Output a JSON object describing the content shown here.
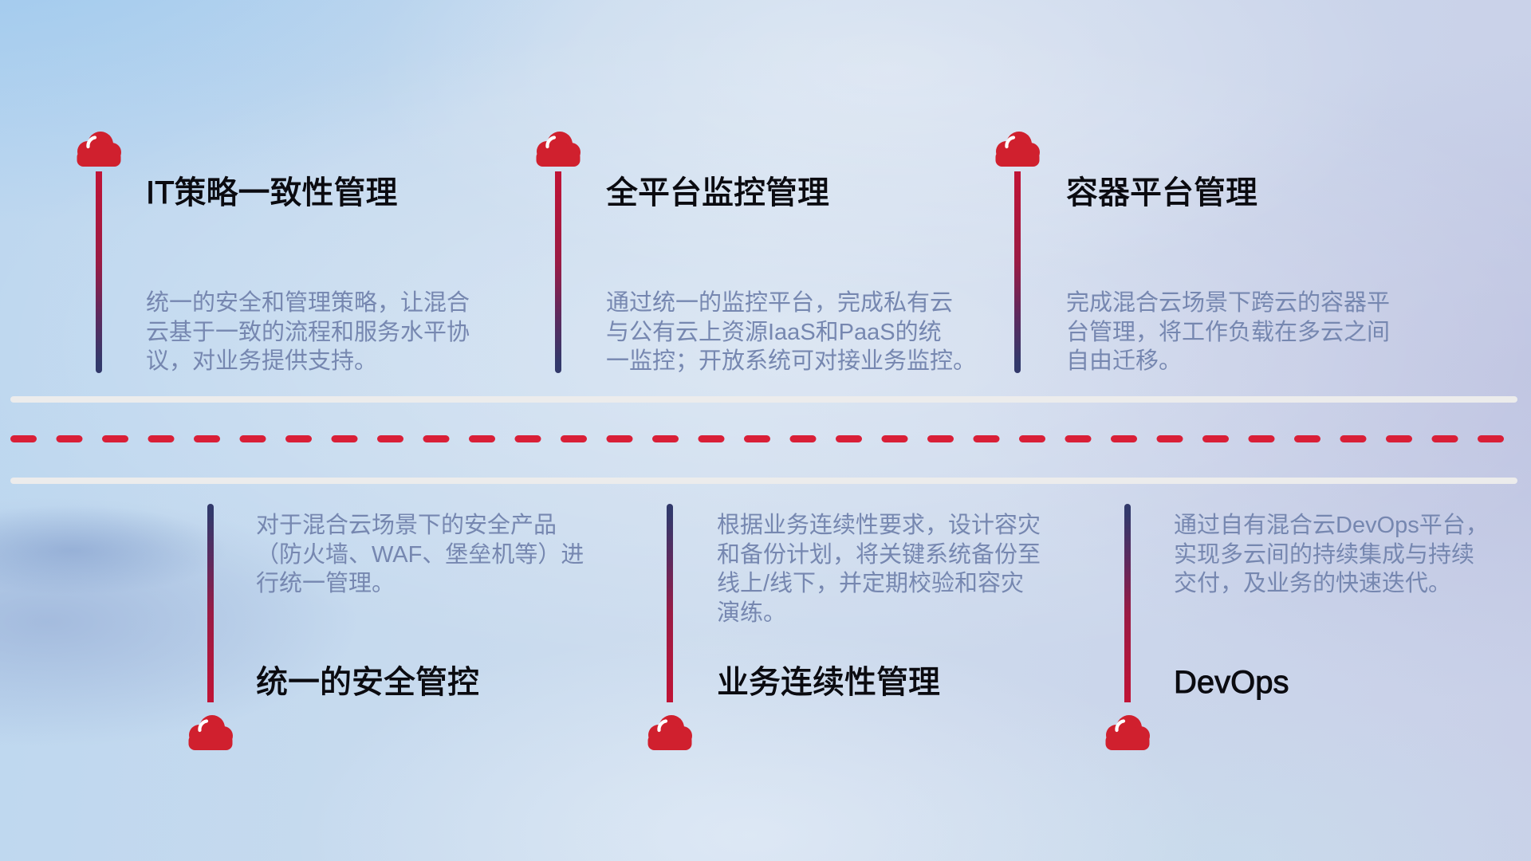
{
  "theme": {
    "accent_red": "#D0202E",
    "dash_red": "#D91F37",
    "line_gradient_red": "#C11335",
    "line_gradient_navy": "#32396B",
    "title_color": "#0B0B10",
    "body_color": "#7687B0",
    "divider_color": "#ECECEC"
  },
  "items": [
    {
      "id": 1,
      "row": "top",
      "icon": "cloud",
      "title": "IT策略一致性管理",
      "description": "统一的安全和管理策略，让混合\n云基于一致的流程和服务水平协\n议，对业务提供支持。"
    },
    {
      "id": 2,
      "row": "top",
      "icon": "cloud",
      "title": "全平台监控管理",
      "description": "通过统一的监控平台，完成私有云\n与公有云上资源IaaS和PaaS的统\n一监控；开放系统可对接业务监控。"
    },
    {
      "id": 3,
      "row": "top",
      "icon": "cloud",
      "title": "容器平台管理",
      "description": "完成混合云场景下跨云的容器平\n台管理，将工作负载在多云之间\n自由迁移。"
    },
    {
      "id": 4,
      "row": "bottom",
      "icon": "cloud",
      "title": "统一的安全管控",
      "description": "对于混合云场景下的安全产品\n（防火墙、WAF、堡垒机等）进\n行统一管理。"
    },
    {
      "id": 5,
      "row": "bottom",
      "icon": "cloud",
      "title": "业务连续性管理",
      "description": "根据业务连续性要求，设计容灾\n和备份计划，将关键系统备份至\n线上/线下，并定期校验和容灾\n演练。"
    },
    {
      "id": 6,
      "row": "bottom",
      "icon": "cloud",
      "title": "DevOps",
      "description": "通过自有混合云DevOps平台，\n实现多云间的持续集成与持续\n交付，及业务的快速迭代。"
    }
  ]
}
